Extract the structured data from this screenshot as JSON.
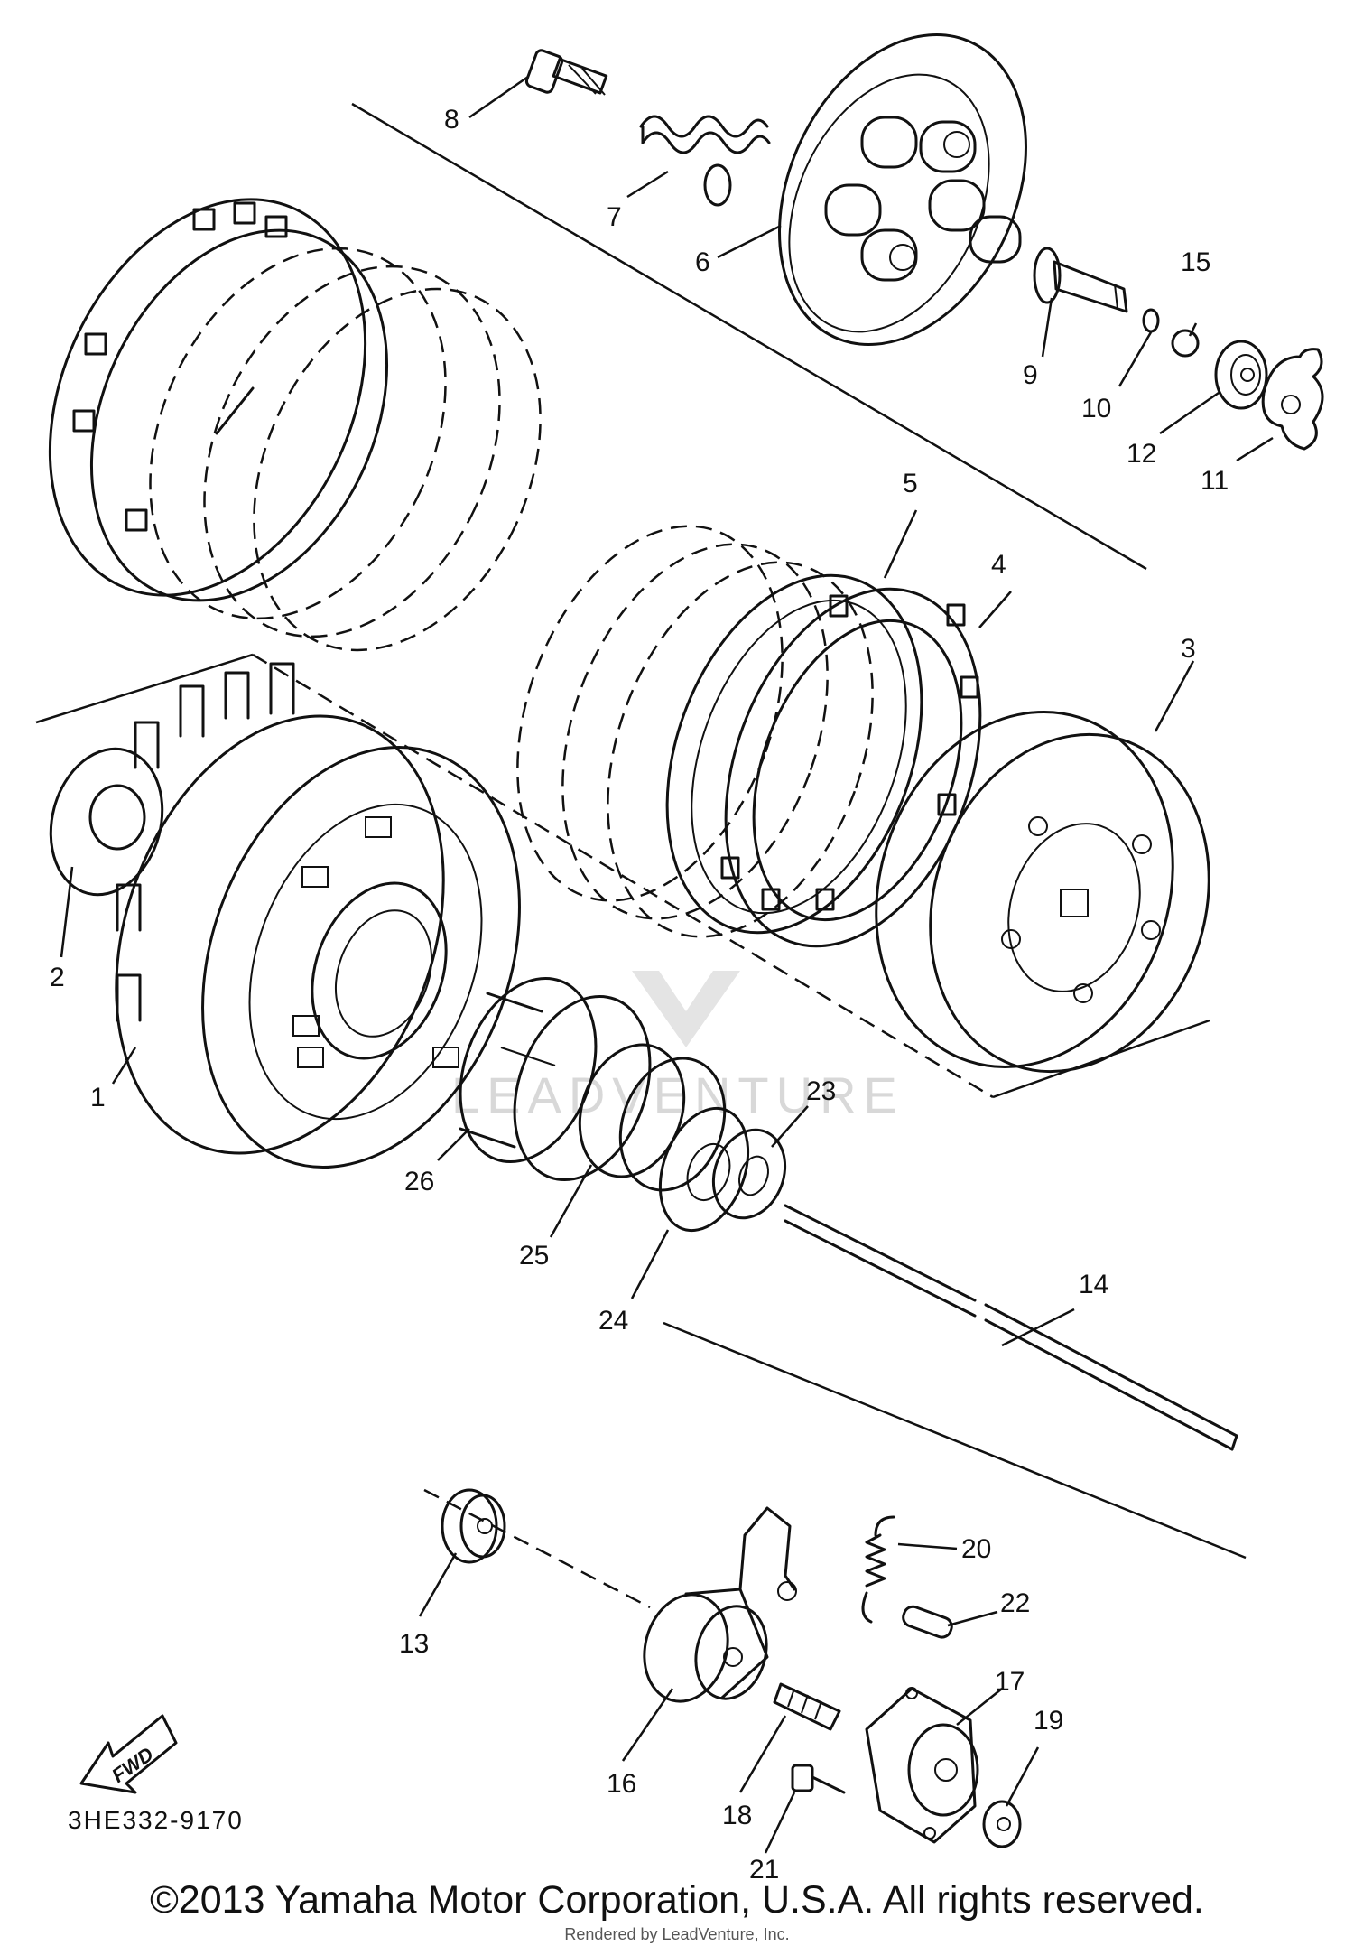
{
  "diagram": {
    "callouts": {
      "c1": "1",
      "c2": "2",
      "c3": "3",
      "c4": "4",
      "c5": "5",
      "c6": "6",
      "c7": "7",
      "c8": "8",
      "c9": "9",
      "c10": "10",
      "c11": "11",
      "c12": "12",
      "c13": "13",
      "c14": "14",
      "c15": "15",
      "c16": "16",
      "c17": "17",
      "c18": "18",
      "c19": "19",
      "c20": "20",
      "c21": "21",
      "c22": "22",
      "c23": "23",
      "c24": "24",
      "c25": "25",
      "c26": "26"
    },
    "forward_label": "FWD",
    "drawing_code": "3HE332-9170",
    "watermark": "LEADVENTURE"
  },
  "footer": {
    "copyright": "©2013 Yamaha Motor Corporation, U.S.A. All rights reserved.",
    "rendered_by": "Rendered by LeadVenture, Inc."
  }
}
